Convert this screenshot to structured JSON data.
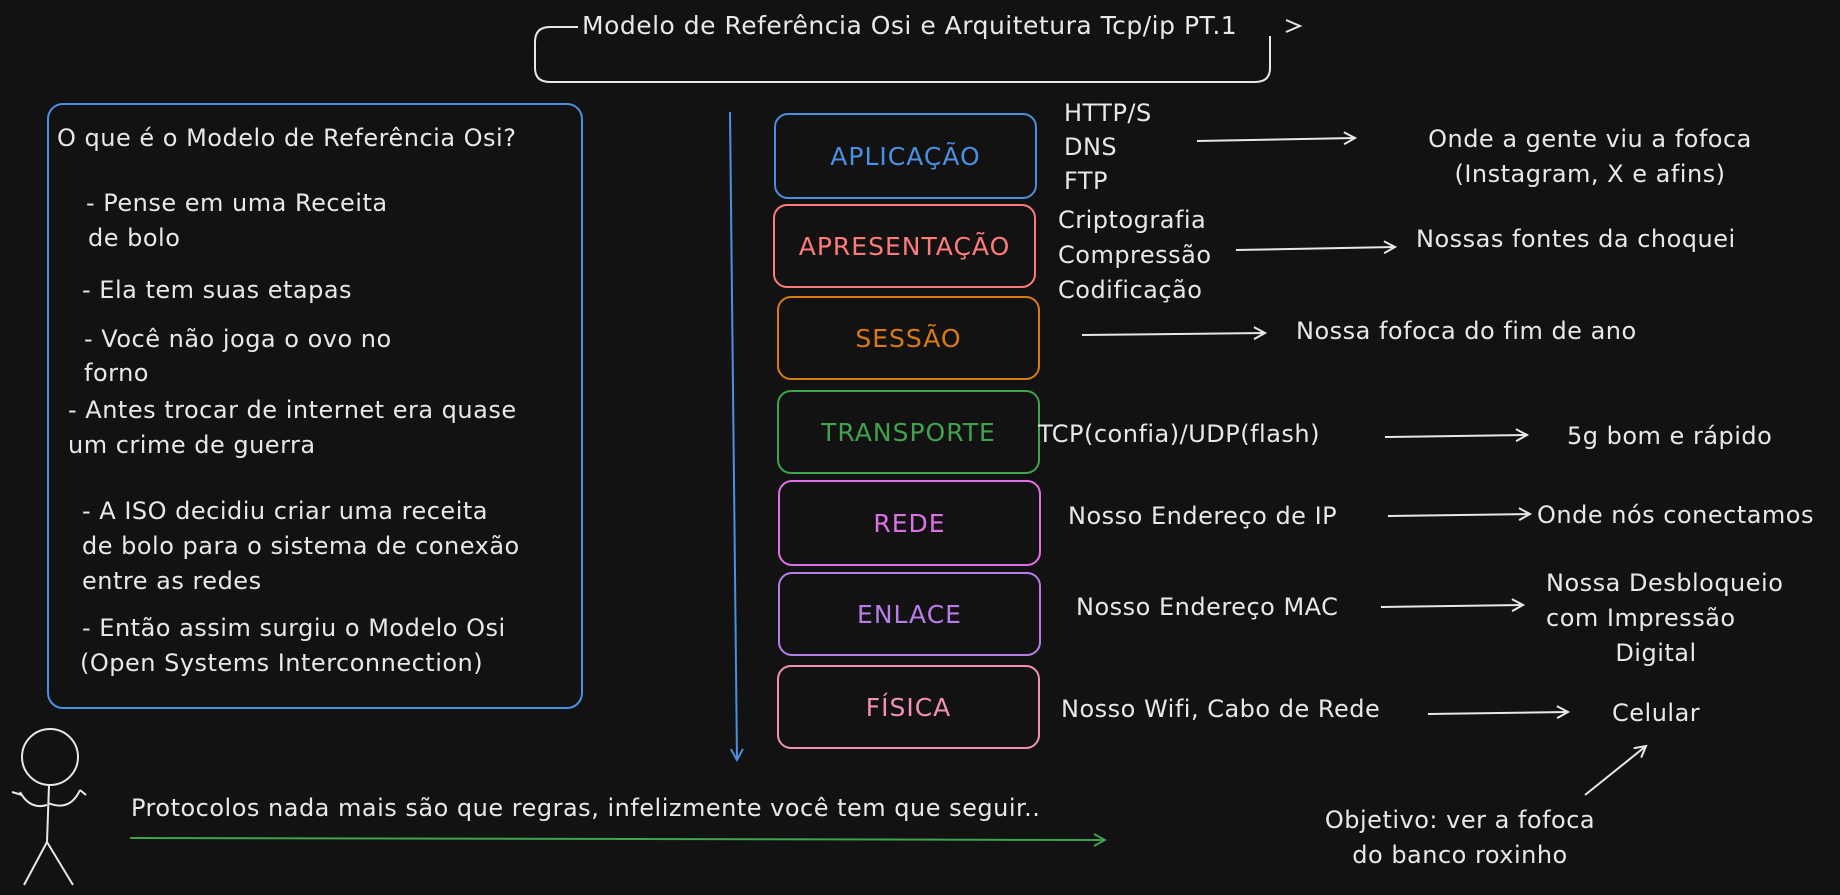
{
  "title": "Modelo de Referência Osi e Arquitetura Tcp/ip PT.1",
  "left_panel": {
    "heading": "O que é o Modelo de Referência Osi?",
    "items": [
      "- Pense em uma Receita",
      "de bolo",
      "- Ela tem suas etapas",
      "- Você não joga o ovo no",
      "forno",
      "- Antes trocar de internet era quase",
      "um crime de guerra",
      "- A ISO decidiu criar uma receita",
      "de bolo para o sistema de conexão",
      "entre as redes",
      "- Então assim surgiu o Modelo Osi",
      "(Open Systems Interconnection)"
    ]
  },
  "layers": [
    {
      "name": "APLICAÇÃO",
      "color": "#4a90e2",
      "details": [
        "HTTP/S",
        "DNS",
        "FTP"
      ],
      "analogy": [
        "Onde a gente viu a fofoca",
        "(Instagram, X e afins)"
      ]
    },
    {
      "name": "APRESENTAÇÃO",
      "color": "#ff7b7b",
      "details": [
        "Criptografia",
        "Compressão",
        "Codificação"
      ],
      "analogy": [
        "Nossas fontes da choquei"
      ]
    },
    {
      "name": "SESSÃO",
      "color": "#d97a12",
      "details": [],
      "analogy": [
        "Nossa fofoca do fim de ano"
      ]
    },
    {
      "name": "TRANSPORTE",
      "color": "#3fa34d",
      "details": [
        "TCP(confia)/UDP(flash)"
      ],
      "analogy": [
        "5g bom e rápido"
      ]
    },
    {
      "name": "REDE",
      "color": "#e070e8",
      "details": [
        "Nosso Endereço de IP"
      ],
      "analogy": [
        "Onde nós conectamos"
      ]
    },
    {
      "name": "ENLACE",
      "color": "#b77de8",
      "details": [
        "Nosso Endereço MAC"
      ],
      "analogy": [
        "Nossa Desbloqueio",
        "com Impressão",
        "Digital"
      ]
    },
    {
      "name": "FÍSICA",
      "color": "#f38fb8",
      "details": [
        "Nosso Wifi, Cabo de Rede"
      ],
      "analogy": [
        "Celular"
      ]
    }
  ],
  "protocols_note": "Protocolos nada mais são que regras, infelizmente você tem que seguir..",
  "objective": [
    "Objetivo: ver a fofoca",
    "do banco roxinho"
  ],
  "colors": {
    "background": "#121212",
    "text": "#e8e8e8",
    "panel_border": "#4a90e2",
    "down_arrow": "#4a90e2",
    "note_arrow": "#3fa34d"
  }
}
